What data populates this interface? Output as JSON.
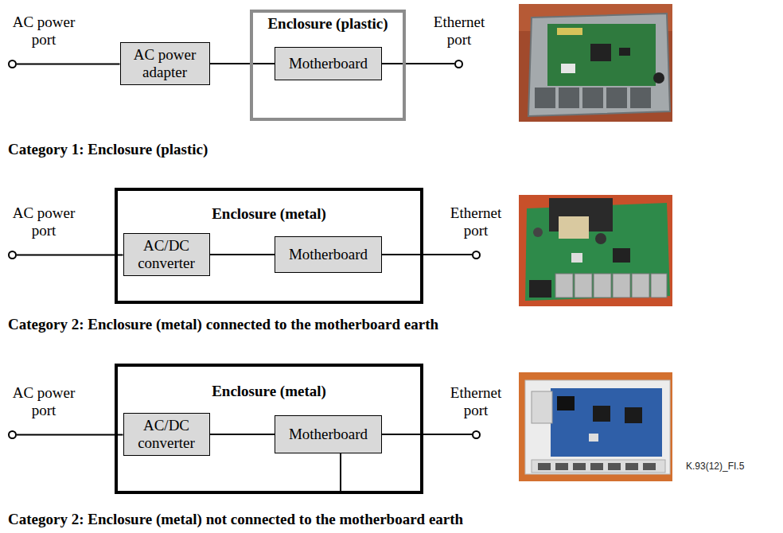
{
  "diagram": {
    "nodes": [
      {
        "text": [
          "AC power port"
        ]
      },
      {
        "text": [
          "AC power adapter"
        ]
      },
      {
        "text": [
          "Enclosure (plastic)"
        ]
      },
      {
        "text": [
          "Motherboard"
        ],
        "in": 2
      },
      {
        "text": [
          "Ethernet port"
        ]
      },
      {
        "text": [
          "AC power port"
        ]
      },
      {
        "text": [
          "Enclosure (metal)"
        ]
      },
      {
        "text": [
          "AC/DC converter"
        ],
        "in": 6
      },
      {
        "text": [
          "Motherboard"
        ],
        "in": 6
      },
      {
        "text": [
          "Ethernet port"
        ]
      },
      {
        "text": [
          "AC power port"
        ]
      },
      {
        "text": [
          "Enclosure (metal)"
        ]
      },
      {
        "text": [
          "AC/DC converter"
        ],
        "in": 11
      },
      {
        "text": [
          "Motherboard"
        ],
        "in": 11
      },
      {
        "text": [
          "Ethernet port"
        ]
      }
    ],
    "edges": [
      {
        "from": 0,
        "to": 1,
        "arrow": "none"
      },
      {
        "from": 1,
        "to": 3,
        "arrow": "none"
      },
      {
        "from": 3,
        "to": 4,
        "arrow": "none"
      },
      {
        "from": 5,
        "to": 7,
        "arrow": "none"
      },
      {
        "from": 7,
        "to": 8,
        "arrow": "none"
      },
      {
        "from": 8,
        "to": 9,
        "arrow": "none"
      },
      {
        "from": 10,
        "to": 12,
        "arrow": "none"
      },
      {
        "from": 12,
        "to": 13,
        "arrow": "none"
      },
      {
        "from": 13,
        "to": 14,
        "arrow": "none"
      },
      {
        "from": 13,
        "to": 11,
        "arrow": "none"
      }
    ],
    "labels": [
      "Category 1: Enclosure (plastic)",
      "Category 2: Enclosure (metal) connected to the motherboard earth",
      "K.93(12)_FI.5",
      "Category 2: Enclosure (metal) not connected to the motherboard earth"
    ]
  }
}
